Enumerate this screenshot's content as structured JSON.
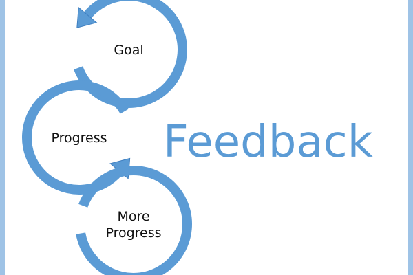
{
  "colors": {
    "arc": "#5b9bd5",
    "arc_edge": "#3f7fc0",
    "title": "#5b9bd5",
    "border": "#9fc3e6"
  },
  "diagram": {
    "steps": [
      {
        "lines": [
          "Goal"
        ]
      },
      {
        "lines": [
          "Progress"
        ]
      },
      {
        "lines": [
          "More",
          "Progress"
        ]
      }
    ],
    "title": "Feedback"
  }
}
